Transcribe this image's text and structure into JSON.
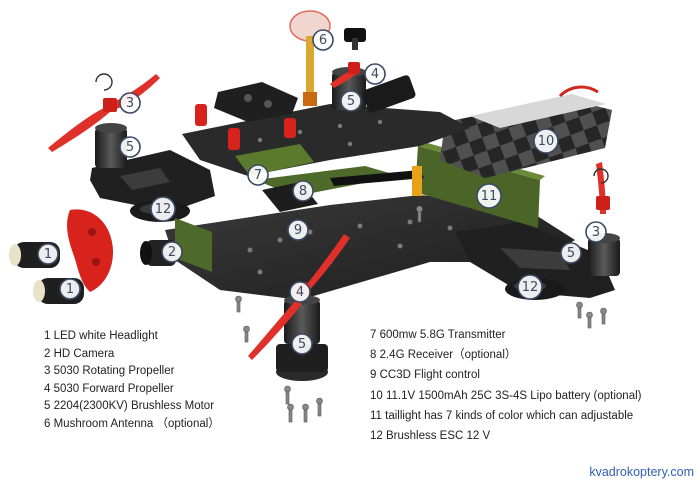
{
  "legend_left": [
    "1 LED white Headlight",
    "2 HD Camera",
    "3 5030 Rotating Propeller",
    "4 5030 Forward Propeller",
    "5 2204(2300KV) Brushless Motor",
    "6 Mushroom Antenna （optional）"
  ],
  "legend_right": [
    "7 600mw 5.8G Transmitter",
    "8 2.4G Receiver（optional）",
    "9 CC3D Flight control",
    "10 11.1V 1500mAh 25C 3S-4S Lipo battery (optional)",
    "11 taillight has 7 kinds of color which can adjustable",
    "12 Brushless ESC 12 V"
  ],
  "callouts": [
    {
      "label": "1",
      "name": "callout-headlight-upper"
    },
    {
      "label": "1",
      "name": "callout-headlight-lower"
    },
    {
      "label": "2",
      "name": "callout-camera"
    },
    {
      "label": "3",
      "name": "callout-rotating-propeller-left"
    },
    {
      "label": "3",
      "name": "callout-rotating-propeller-right"
    },
    {
      "label": "4",
      "name": "callout-forward-propeller-top"
    },
    {
      "label": "4",
      "name": "callout-forward-propeller-bottom"
    },
    {
      "label": "5",
      "name": "callout-motor-left"
    },
    {
      "label": "5",
      "name": "callout-motor-top"
    },
    {
      "label": "5",
      "name": "callout-motor-right"
    },
    {
      "label": "5",
      "name": "callout-motor-bottom"
    },
    {
      "label": "6",
      "name": "callout-antenna"
    },
    {
      "label": "7",
      "name": "callout-transmitter"
    },
    {
      "label": "8",
      "name": "callout-receiver"
    },
    {
      "label": "9",
      "name": "callout-flight-control"
    },
    {
      "label": "10",
      "name": "callout-battery"
    },
    {
      "label": "11",
      "name": "callout-taillight"
    },
    {
      "label": "12",
      "name": "callout-esc-left"
    },
    {
      "label": "12",
      "name": "callout-esc-right"
    }
  ],
  "watermark": "kvadrokoptery.com",
  "colors": {
    "carbon_frame": "#2b2b2b",
    "propeller_red": "#e0302a",
    "pcb_green": "#4d6a2a",
    "battery_check_dark": "#262626",
    "battery_check_light": "#505050",
    "callout_stroke": "#3a4a66"
  }
}
